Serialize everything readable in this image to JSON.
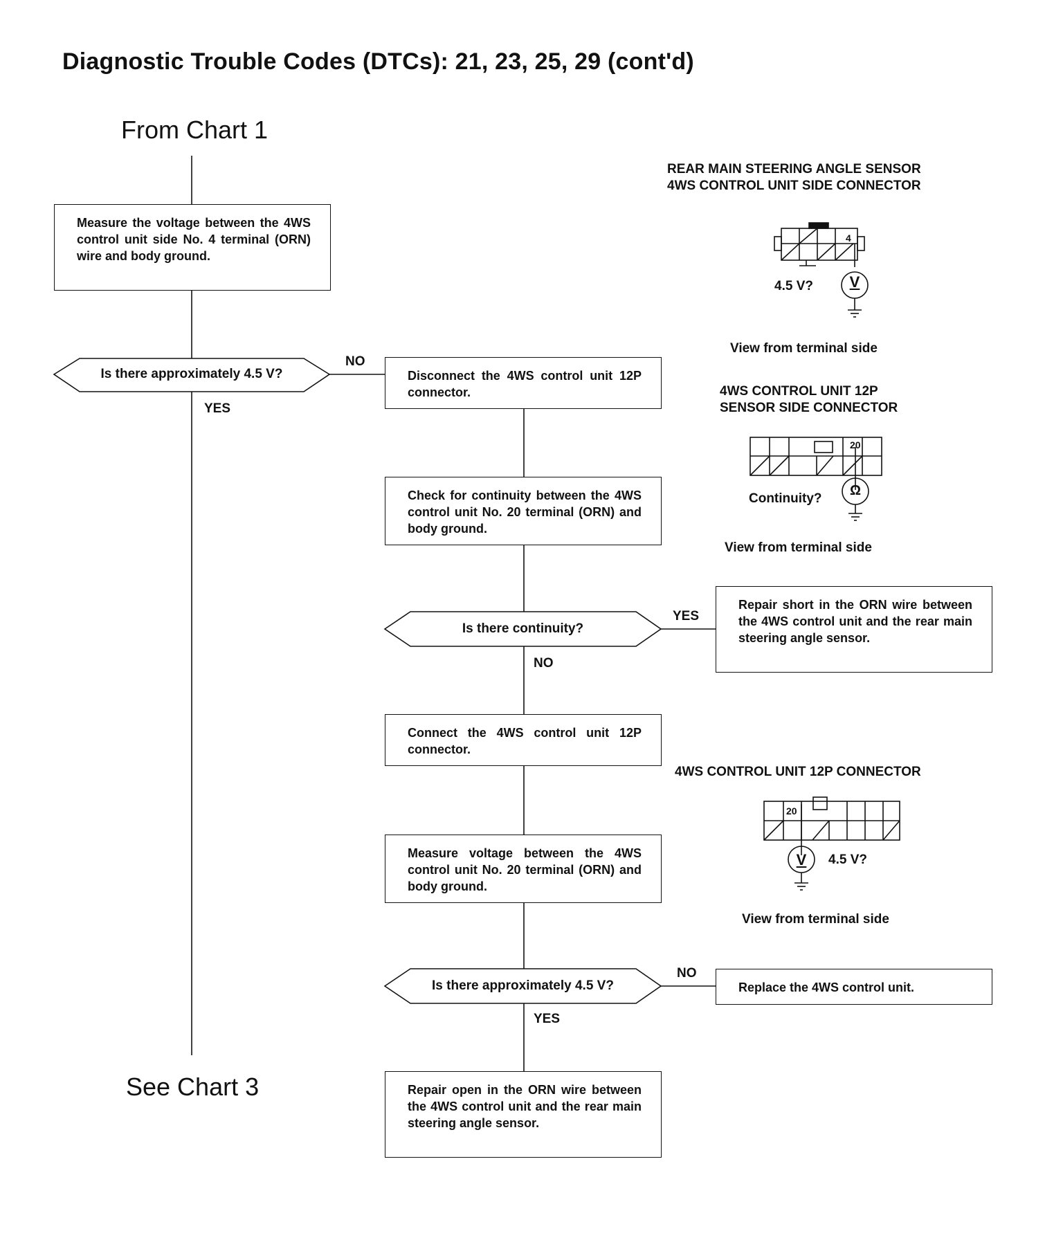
{
  "title": "Diagnostic Trouble Codes (DTCs): 21, 23, 25, 29 (cont'd)",
  "from_chart": "From Chart 1",
  "see_chart": "See Chart 3",
  "steps": {
    "measure_no4": "Measure the voltage between the 4WS control unit side No. 4 terminal (ORN) wire and body ground.",
    "disconnect_12p": "Disconnect the 4WS control unit 12P connector.",
    "check_continuity": "Check for continuity between the 4WS control unit No. 20 terminal (ORN) and body ground.",
    "repair_short": "Repair short in the ORN wire between the 4WS control unit and the rear main steering angle sensor.",
    "connect_12p": "Connect the 4WS control unit 12P connector.",
    "measure_no20": "Measure voltage between the 4WS control unit No. 20 terminal (ORN) and body ground.",
    "replace_unit": "Replace the 4WS control unit.",
    "repair_open": "Repair open in the ORN wire between the 4WS control unit and the rear main steering angle sensor."
  },
  "decisions": {
    "d1": "Is there approximately 4.5 V?",
    "d2": "Is there continuity?",
    "d3": "Is there approximately 4.5 V?"
  },
  "labels": {
    "no1": "NO",
    "yes1": "YES",
    "yes2": "YES",
    "no2": "NO",
    "no3": "NO",
    "yes3": "YES"
  },
  "connectors": {
    "c1": {
      "title_line1": "REAR MAIN STEERING ANGLE SENSOR",
      "title_line2": "4WS CONTROL UNIT SIDE CONNECTOR",
      "terminal": "4",
      "reading": "4.5 V?",
      "meter": "V",
      "view": "View from terminal side"
    },
    "c2": {
      "title_line1": "4WS CONTROL UNIT 12P",
      "title_line2": "SENSOR SIDE CONNECTOR",
      "terminal": "20",
      "reading": "Continuity?",
      "meter": "Ω",
      "view": "View from terminal side"
    },
    "c3": {
      "title_line1": "4WS CONTROL UNIT 12P CONNECTOR",
      "terminal": "20",
      "reading": "4.5 V?",
      "meter": "V",
      "view": "View from terminal side"
    }
  }
}
